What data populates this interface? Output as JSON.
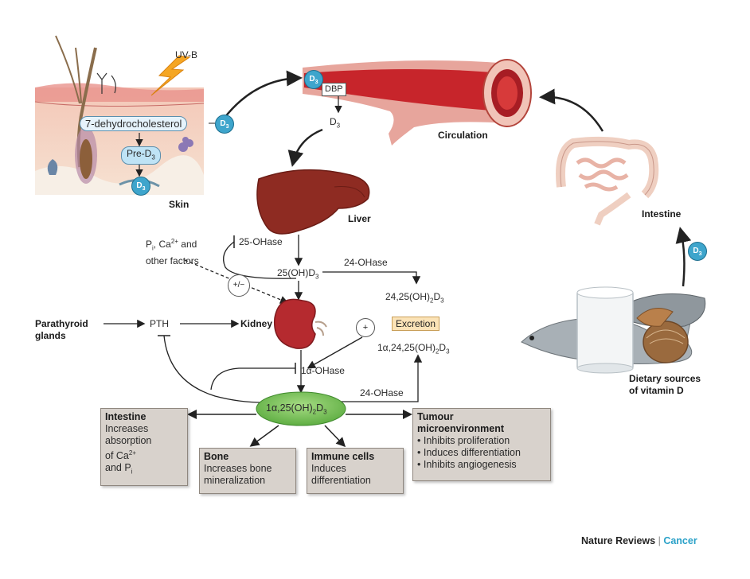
{
  "skin": {
    "title": "Skin",
    "uvb": "UV-B",
    "dehydro": "7-dehydrocholesterol",
    "pre_d3": "Pre-D",
    "pre_d3_sub": "3",
    "d3": "D",
    "d3_sub": "3"
  },
  "circulation": {
    "title": "Circulation",
    "dbp": "DBP",
    "d3_badge": "D",
    "d3_badge_sub": "3",
    "d3_label": "D",
    "d3_label_sub": "3"
  },
  "skin_d3_badge": "D",
  "skin_d3_badge_sub": "3",
  "liver": {
    "title": "Liver",
    "enzyme": "25-OHase"
  },
  "factors": {
    "line1": "P",
    "line1_sub": "i",
    "line1_rest": ", Ca",
    "line1_sup": "2+",
    "line1_end": " and",
    "line2": "other factors"
  },
  "metabolite_25": "25(OH)D",
  "metabolite_25_sub": "3",
  "oh24_enzyme_top": "24-OHase",
  "metabolite_2425": "24,25(OH)",
  "metabolite_2425_sub1": "2",
  "metabolite_2425_rest": "D",
  "metabolite_2425_sub2": "3",
  "excretion": "Excretion",
  "metabolite_12425": "1α,24,25(OH)",
  "metabolite_12425_sub1": "2",
  "metabolite_12425_rest": "D",
  "metabolite_12425_sub2": "3",
  "plusminus": "+/−",
  "plus": "+",
  "parathyroid": {
    "line1": "Parathyroid",
    "line2": "glands"
  },
  "pth": "PTH",
  "kidney": "Kidney",
  "one_alpha_ohase": "1α-OHase",
  "calcitriol": "1α,25(OH)",
  "calcitriol_sub1": "2",
  "calcitriol_rest": "D",
  "calcitriol_sub2": "3",
  "oh24_enzyme_bottom": "24-OHase",
  "intestine_label": "Intestine",
  "intestine_d3": "D",
  "intestine_d3_sub": "3",
  "dietary": {
    "line1": "Dietary sources",
    "line2": "of vitamin D"
  },
  "boxes": {
    "intestine": {
      "title": "Intestine",
      "l1": "Increases",
      "l2": "absorption",
      "l3": "of Ca",
      "l3_sup": "2+",
      "l4": "and P",
      "l4_sub": "i"
    },
    "bone": {
      "title": "Bone",
      "l1": "Increases bone",
      "l2": "mineralization"
    },
    "immune": {
      "title": "Immune cells",
      "l1": "Induces",
      "l2": "differentiation"
    },
    "tumour": {
      "title1": "Tumour",
      "title2": "microenvironment",
      "l1": "• Inhibits proliferation",
      "l2": "• Induces differentiation",
      "l3": "• Inhibits angiogenesis"
    }
  },
  "footer": {
    "journal": "Nature Reviews",
    "sep": " | ",
    "section": "Cancer"
  },
  "colors": {
    "blood_vessel": "#c7252b",
    "liver": "#8e2b22",
    "kidney": "#b52a2f",
    "d3_badge": "#3ea5cc",
    "calcitriol": "#6dbb52",
    "box_fill": "#d8d2cc",
    "excretion_fill": "#fbe3b7"
  }
}
